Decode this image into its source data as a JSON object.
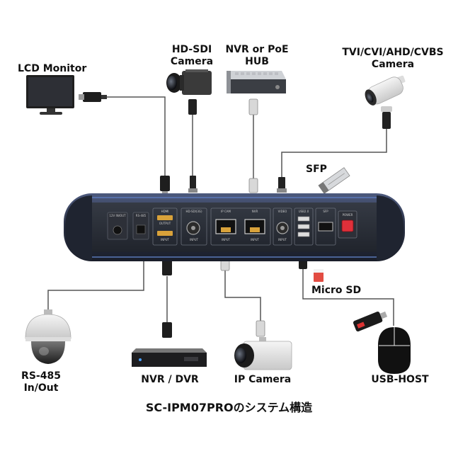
{
  "labels": {
    "lcd_monitor": "LCD Monitor",
    "hd_sdi_camera": "HD-SDI\nCamera",
    "nvr_poe_hub": "NVR or PoE\nHUB",
    "analog_camera": "TVI/CVI/AHD/CVBS\nCamera",
    "sfp": "SFP",
    "micro_sd": "Micro SD",
    "rs485": "RS-485\nIn/Out",
    "nvr_dvr": "NVR / DVR",
    "ip_camera": "IP Camera",
    "usb_host": "USB-HOST"
  },
  "caption": "SC-IPM07PROのシステム構造",
  "panel_ports": {
    "dc": "12V IN/OUT",
    "rs485": "RS-485",
    "hdmi": "HDMI",
    "output": "OUTPUT",
    "input": "INPUT",
    "sdi": "HD-SDI(3G)",
    "ip_cam": "IP CAM",
    "nvr": "NVR",
    "video": "VIDEO",
    "usb": "USB2.0",
    "sfp": "SFP",
    "power": "POWER"
  },
  "colors": {
    "device_body": "#2b3140",
    "device_bezel": "#3c5a9a",
    "cable": "#555555",
    "power_button": "#e0303a"
  }
}
